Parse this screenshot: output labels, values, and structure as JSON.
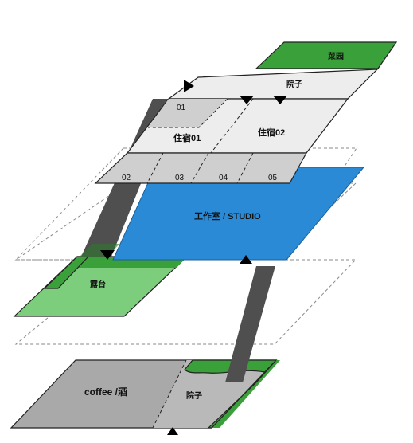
{
  "colors": {
    "green_dark": "#3aa03a",
    "green_light": "#7ccd7c",
    "blue": "#2a8ad6",
    "grey_light": "#ededed",
    "grey_mid": "#cfcfcf",
    "grey_dark": "#a9a9a9",
    "connector": "#4f4f4f"
  },
  "labels": {
    "vegetable_garden": "菜园",
    "courtyard_top": "院子",
    "room_01": "01",
    "lodging_01": "住宿01",
    "lodging_02": "住宿02",
    "room_02": "02",
    "room_03": "03",
    "room_04": "04",
    "room_05": "05",
    "studio": "工作室 / STUDIO",
    "terrace": "露台",
    "coffee_bar": "coffee /酒",
    "courtyard_ground": "院子"
  }
}
